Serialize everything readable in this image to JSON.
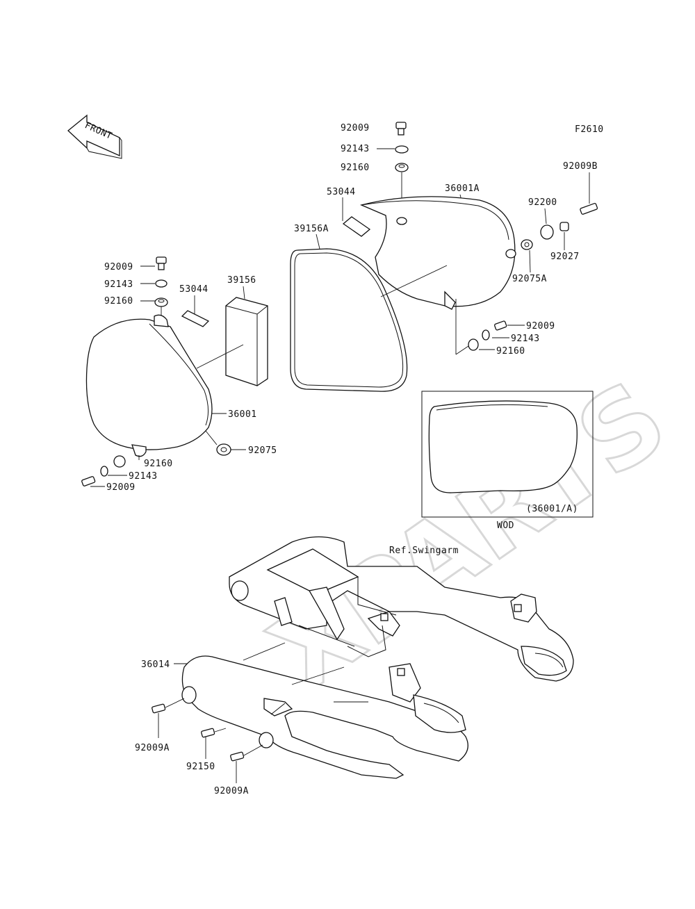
{
  "figure_code": "F2610",
  "front_indicator": "FRONT",
  "watermark": "XPARTS",
  "inset": {
    "part_ref": "(36001/A)",
    "caption": "WOD"
  },
  "reference_note": "Ref.Swingarm",
  "part_labels": {
    "p92009_top": "92009",
    "p92143_top": "92143",
    "p92160_top": "92160",
    "p53044_r": "53044",
    "p36001A": "36001A",
    "p92009B": "92009B",
    "p92200": "92200",
    "p92027": "92027",
    "p92075A": "92075A",
    "p39156A": "39156A",
    "p92009_r": "92009",
    "p92143_r": "92143",
    "p92160_r": "92160",
    "p92009_l": "92009",
    "p92143_l": "92143",
    "p92160_l": "92160",
    "p53044_l": "53044",
    "p39156": "39156",
    "p36001": "36001",
    "p92075": "92075",
    "p92160_lb": "92160",
    "p92143_lb": "92143",
    "p92009_lb": "92009",
    "p36014": "36014",
    "p92009A_1": "92009A",
    "p92150": "92150",
    "p92009A_2": "92009A"
  }
}
